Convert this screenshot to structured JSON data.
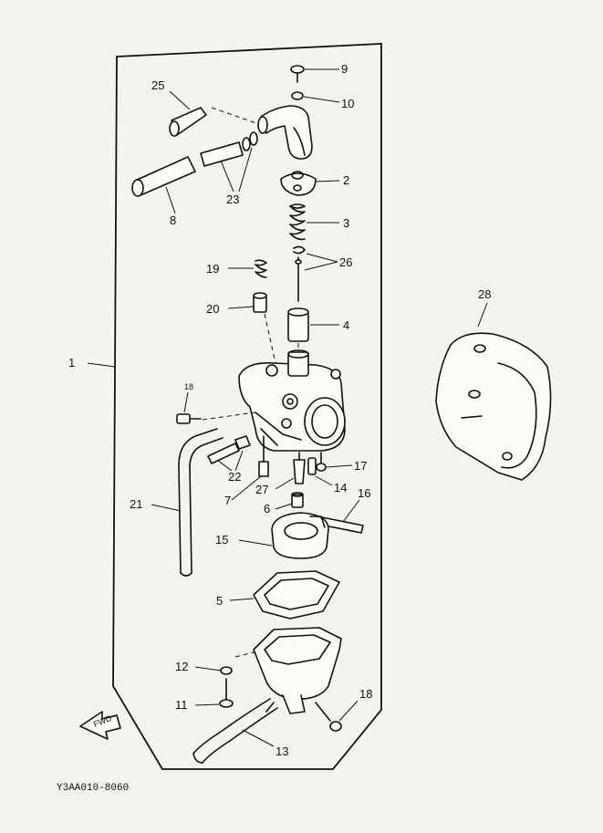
{
  "diagram": {
    "code": "Y3AA010-8060",
    "fwd_label": "FWD",
    "callouts": {
      "c1": "1",
      "c2": "2",
      "c3": "3",
      "c4": "4",
      "c5": "5",
      "c6": "6",
      "c7": "7",
      "c8": "8",
      "c9": "9",
      "c10": "10",
      "c11": "11",
      "c12": "12",
      "c13": "13",
      "c14": "14",
      "c15": "15",
      "c16": "16",
      "c17": "17",
      "c18a": "18",
      "c18b": "18",
      "c19": "19",
      "c20": "20",
      "c21": "21",
      "c22": "22",
      "c23": "23",
      "c25": "25",
      "c26": "26",
      "c27": "27",
      "c28": "28"
    }
  }
}
